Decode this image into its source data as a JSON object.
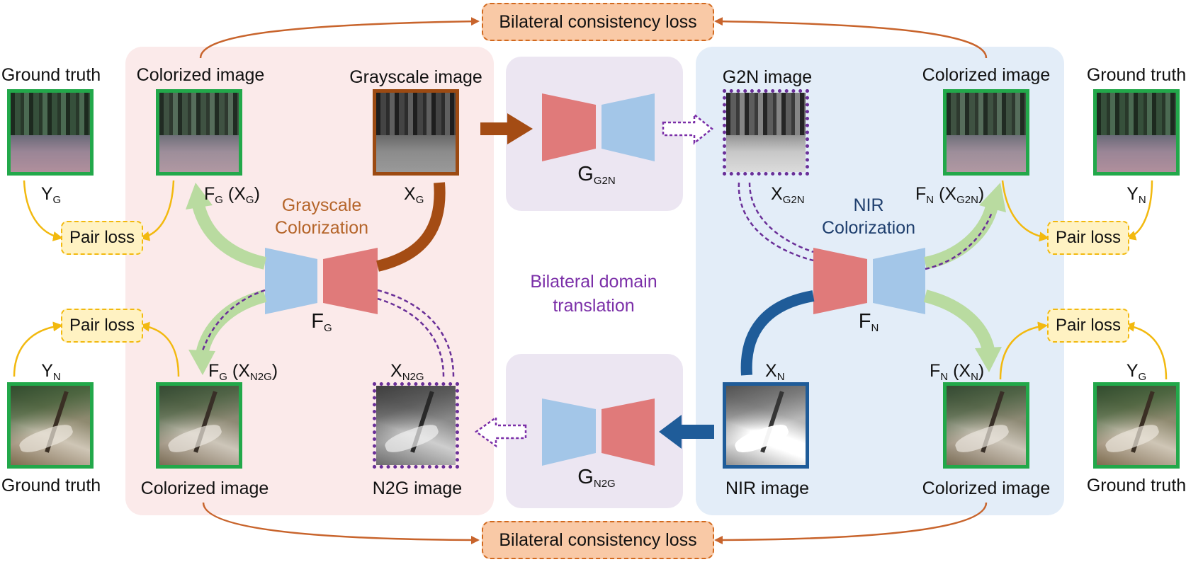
{
  "losses": {
    "top": "Bilateral consistency loss",
    "bottom": "Bilateral consistency loss",
    "pair": "Pair loss"
  },
  "gray_panel": {
    "title_line1": "Grayscale",
    "title_line2": "Colorization",
    "colorized_top": "Colorized image",
    "grayscale_image": "Grayscale image",
    "colorized_bottom": "Colorized image",
    "n2g_image": "N2G image",
    "net": {
      "main": "F",
      "sub": "G"
    },
    "fg_xg": {
      "f": "F",
      "fsub": "G",
      "x": "(X",
      "xsub": "G",
      "close": ")"
    },
    "xg": {
      "main": "X",
      "sub": "G"
    },
    "fg_xn2g": {
      "f": "F",
      "fsub": "G",
      "x": "(X",
      "xsub": "N2G",
      "close": ")"
    },
    "xn2g": {
      "main": "X",
      "sub": "N2G"
    }
  },
  "nir_panel": {
    "title_line1": "NIR",
    "title_line2": "Colorization",
    "g2n_image": "G2N image",
    "colorized_top": "Colorized image",
    "nir_image": "NIR image",
    "colorized_bottom": "Colorized image",
    "net": {
      "main": "F",
      "sub": "N"
    },
    "xg2n": {
      "main": "X",
      "sub": "G2N"
    },
    "fn_xg2n": {
      "f": "F",
      "fsub": "N",
      "x": "(X",
      "xsub": "G2N",
      "close": ")"
    },
    "xn": {
      "main": "X",
      "sub": "N"
    },
    "fn_xn": {
      "f": "F",
      "fsub": "N",
      "x": "(X",
      "xsub": "N",
      "close": ")"
    }
  },
  "translator": {
    "g2n": {
      "main": "G",
      "sub": "G2N"
    },
    "n2g": {
      "main": "G",
      "sub": "N2G"
    },
    "middle_line1": "Bilateral domain",
    "middle_line2": "translation"
  },
  "ground_truth": {
    "label": "Ground truth",
    "yg": {
      "main": "Y",
      "sub": "G"
    },
    "yn": {
      "main": "Y",
      "sub": "N"
    }
  },
  "colors": {
    "gray_panel_bg": "#fbeaea",
    "nir_panel_bg": "#e3edf8",
    "translator_bg": "#ece6f2",
    "encoder_red": "#e07a7a",
    "decoder_blue": "#a3c6e8",
    "gray_title": "#b5652a",
    "nir_title": "#1f3f6e",
    "middle_text": "#7b2fa8",
    "consistency_arrow": "#c8642c",
    "pair_arrow": "#f2b90f",
    "green_arrow": "#b9dba0"
  }
}
